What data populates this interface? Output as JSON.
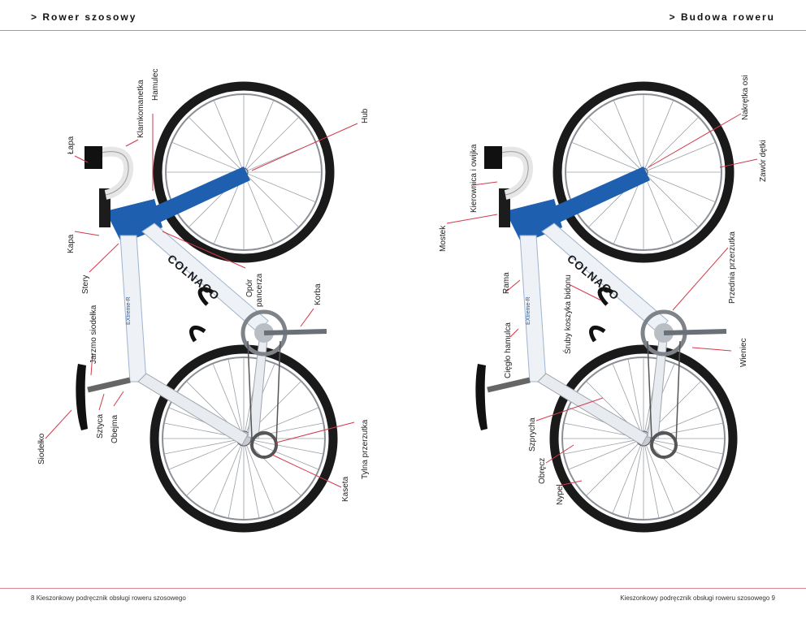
{
  "header": {
    "left": "> Rower szosowy",
    "right": "> Budowa roweru"
  },
  "footer": {
    "left_page": "8",
    "left_text": "Kieszonkowy podręcznik obsługi roweru szosowego",
    "right_text": "Kieszonkowy podręcznik obsługi roweru szosowego",
    "right_page": "9"
  },
  "frame_text": {
    "brand": "COLNAGO",
    "model": "EXtreme-R"
  },
  "left_labels": {
    "lapa": "Łapa",
    "klamkomanetka": "Klamkomanetka",
    "hamulec": "Hamulec",
    "hub": "Hub",
    "kapa": "Kapa",
    "stery": "Stery",
    "opor_pancerza": [
      "Opór",
      "pancerza"
    ],
    "korba": "Korba",
    "jarzmo_siodelka": "Jarzmo siodełka",
    "sztyca": "Sztyca",
    "obejma": "Obejma",
    "siodelko": "Siodełko",
    "tylna_przerzutka": "Tylna przerzutka",
    "kaseta": "Kaseta"
  },
  "right_labels": {
    "nakretka_osi": "Nakrętka osi",
    "zawor_detki": "Zawór dętki",
    "kierownica_owijka": "Kierownica i owijka",
    "mostek": "Mostek",
    "rama": "Rama",
    "sruby_koszyka": "Śruby koszyka bidonu",
    "przednia_przerzutka": "Przednia przerzutka",
    "ciegno_hamulca": "Cięgło hamulca",
    "wieniec": "Wieniec",
    "szprycha": "Szprycha",
    "obrecz": "Obręcz",
    "nypel": "Nypel"
  },
  "colors": {
    "frame_blue": "#1f5fb0",
    "frame_white": "#eef1f5",
    "leader_red": "#d23a4c",
    "rule_pink": "#d9848f",
    "tire": "#1a1a1a"
  }
}
